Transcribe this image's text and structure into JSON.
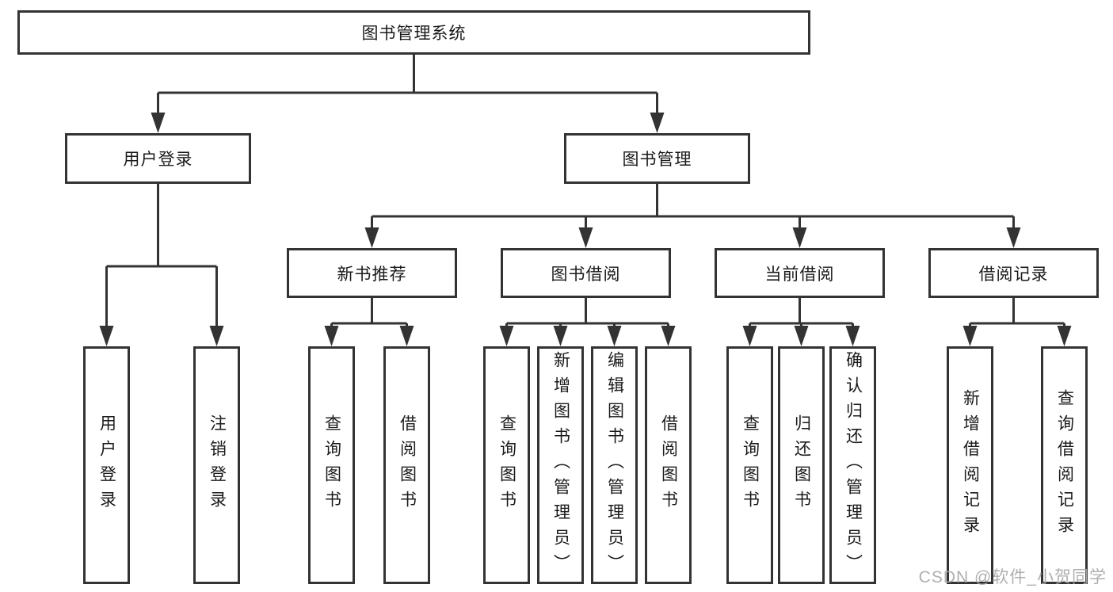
{
  "diagram_type": "hierarchy-tree",
  "watermark": "CSDN @软件_小贺同学",
  "colors": {
    "background": "#ffffff",
    "line": "#333333",
    "box_border": "#333333",
    "box_fill": "#ffffff",
    "text": "#1a1a1a",
    "watermark": "#a8a8a8"
  },
  "hierarchy": {
    "label": "图书管理系统",
    "children": [
      {
        "label": "用户登录",
        "children": [
          {
            "label": "用户登录"
          },
          {
            "label": "注销登录"
          }
        ]
      },
      {
        "label": "图书管理",
        "children": [
          {
            "label": "新书推荐",
            "children": [
              {
                "label": "查询图书"
              },
              {
                "label": "借阅图书"
              }
            ]
          },
          {
            "label": "图书借阅",
            "children": [
              {
                "label": "查询图书"
              },
              {
                "label": "新增图书（管理员）"
              },
              {
                "label": "编辑图书（管理员）"
              },
              {
                "label": "借阅图书"
              }
            ]
          },
          {
            "label": "当前借阅",
            "children": [
              {
                "label": "查询图书"
              },
              {
                "label": "归还图书"
              },
              {
                "label": "确认归还（管理员）"
              }
            ]
          },
          {
            "label": "借阅记录",
            "children": [
              {
                "label": "新增借阅记录"
              },
              {
                "label": "查询借阅记录"
              }
            ]
          }
        ]
      }
    ]
  }
}
